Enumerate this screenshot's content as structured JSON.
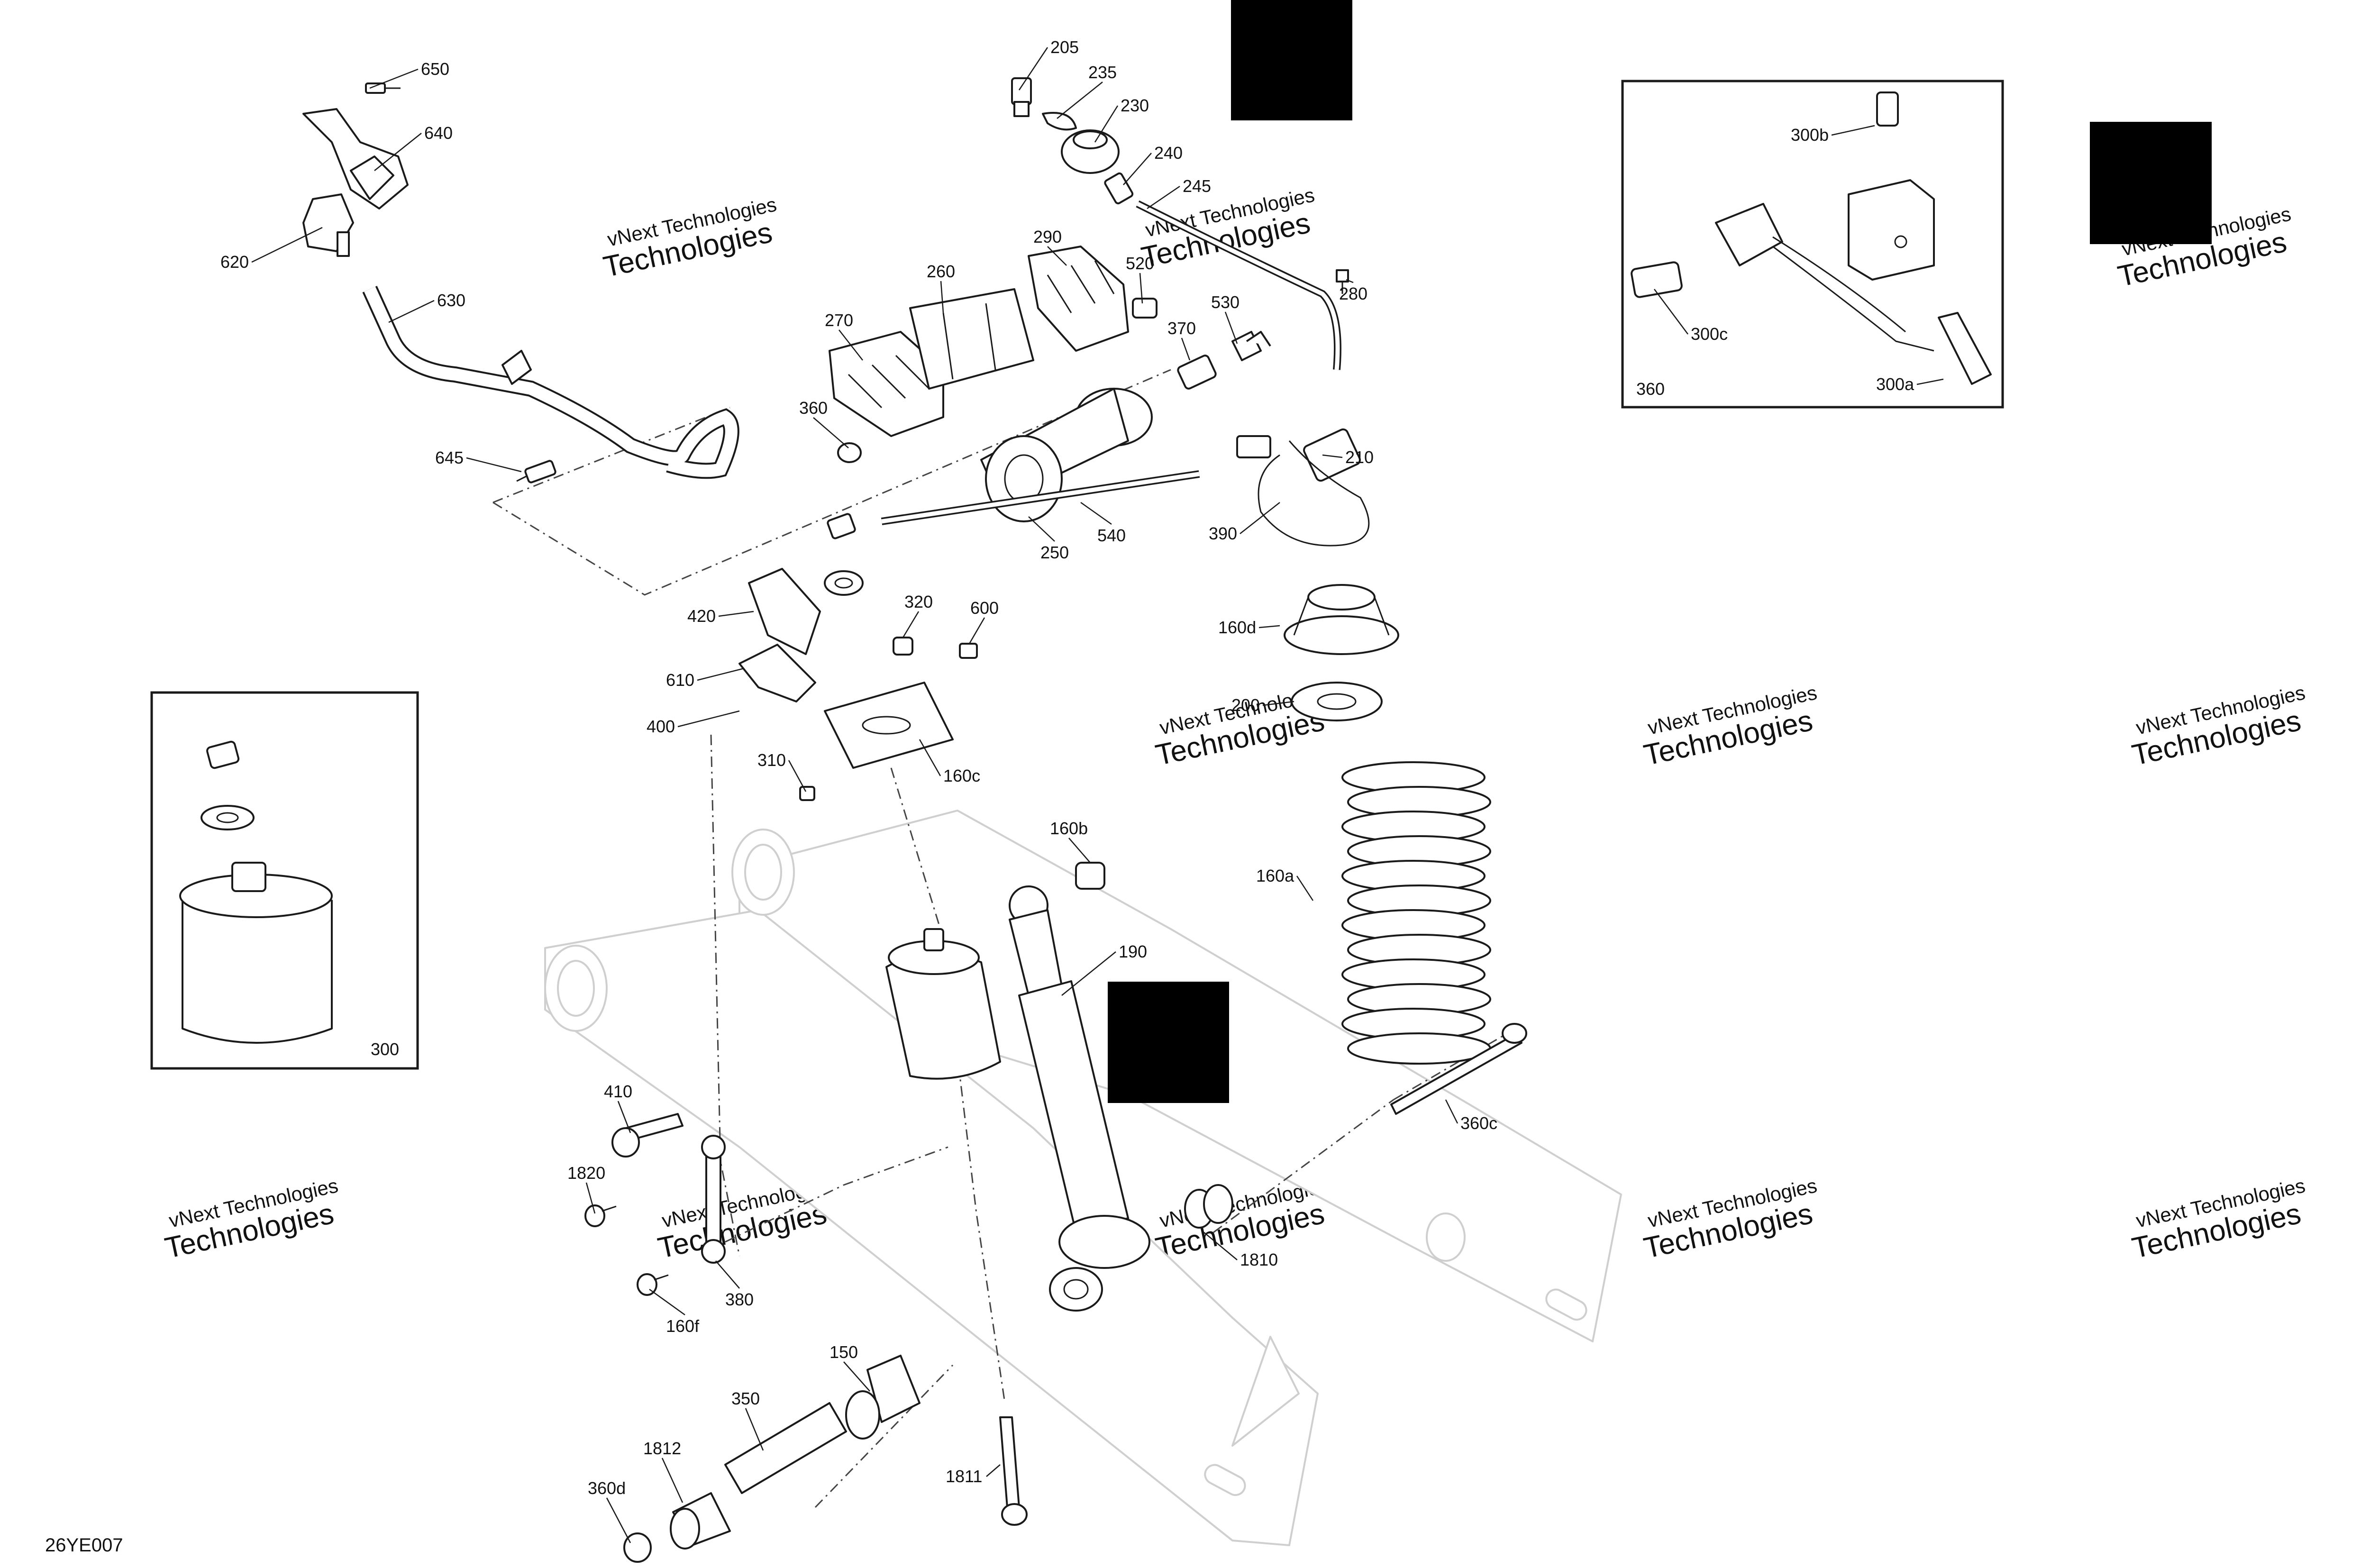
{
  "diagram": {
    "code": "26YE007",
    "watermark": {
      "line1": "vNext Technologies",
      "line2": "Technologies"
    },
    "inset_labels": {
      "actuator_kit": "360",
      "air_spring_kit": "300"
    },
    "callouts": [
      "650",
      "640",
      "620",
      "630",
      "645",
      "205",
      "235",
      "230",
      "240",
      "245",
      "270",
      "260",
      "290",
      "520",
      "530",
      "370",
      "280",
      "360",
      "210",
      "250",
      "540",
      "390",
      "420",
      "320",
      "600",
      "610",
      "400",
      "310",
      "160c",
      "160d",
      "200",
      "160b",
      "160a",
      "190",
      "410",
      "1820",
      "380",
      "1810",
      "160f",
      "150",
      "350",
      "1812",
      "1811",
      "360d",
      "360c",
      "300b",
      "300c",
      "300a"
    ]
  }
}
